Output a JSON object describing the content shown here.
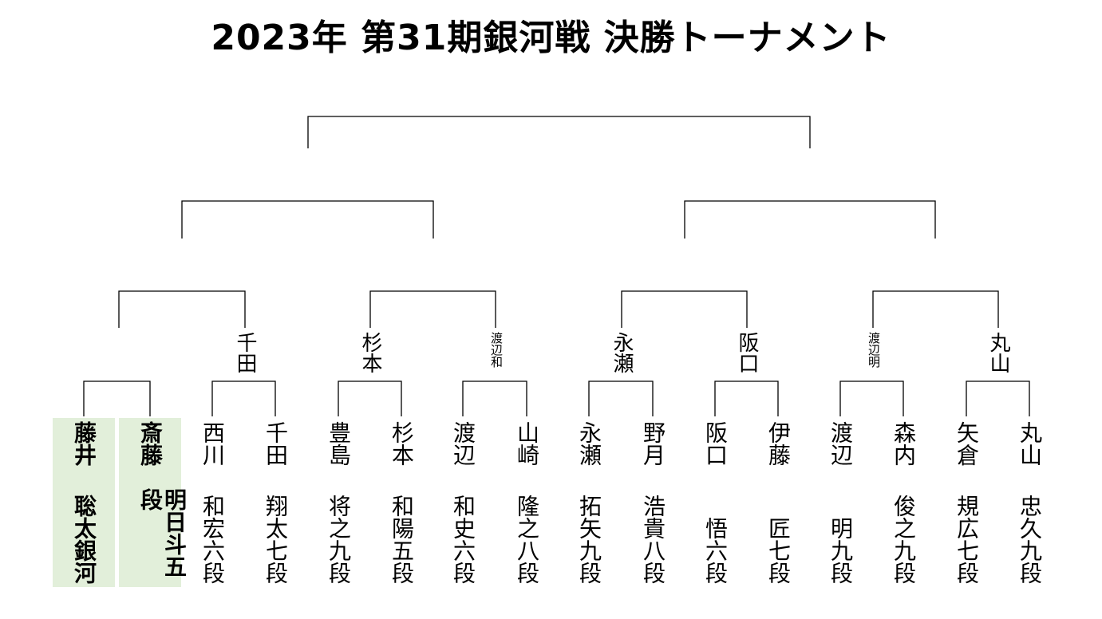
{
  "title": "2023年 第31期銀河戦 決勝トーナメント",
  "colors": {
    "highlight": "#e2efda",
    "line": "#000000"
  },
  "players": [
    {
      "name": "藤井",
      "rank": "聡太銀河",
      "highlight": true
    },
    {
      "name": "斎藤",
      "rank": "明日斗五段",
      "highlight": true
    },
    {
      "name": "西川",
      "rank": "和宏六段"
    },
    {
      "name": "千田",
      "rank": "翔太七段"
    },
    {
      "name": "豊島",
      "rank": "将之九段"
    },
    {
      "name": "杉本",
      "rank": "和陽五段"
    },
    {
      "name": "渡辺",
      "rank": "和史六段"
    },
    {
      "name": "山崎",
      "rank": "隆之八段"
    },
    {
      "name": "永瀬",
      "rank": "拓矢九段"
    },
    {
      "name": "野月",
      "rank": "浩貴八段"
    },
    {
      "name": "阪口",
      "rank": "悟六段"
    },
    {
      "name": "伊藤",
      "rank": "匠七段"
    },
    {
      "name": "渡辺",
      "rank": "明九段"
    },
    {
      "name": "森内",
      "rank": "俊之九段"
    },
    {
      "name": "矢倉",
      "rank": "規広七段"
    },
    {
      "name": "丸山",
      "rank": "忠久九段"
    }
  ],
  "round1_winners": [
    "",
    "千田",
    "杉本",
    "渡辺和",
    "永瀬",
    "阪口",
    "渡辺明",
    "丸山"
  ]
}
